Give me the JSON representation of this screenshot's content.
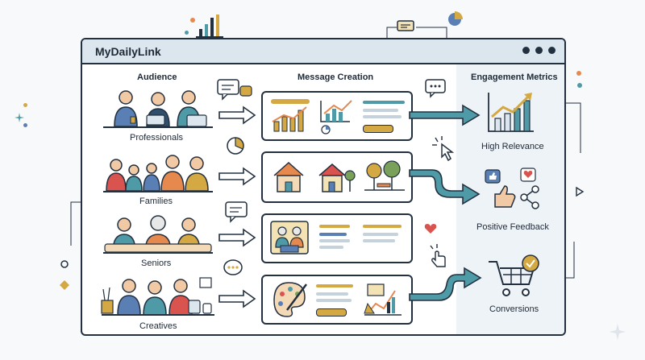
{
  "app": {
    "title": "MyDailyLink"
  },
  "columns": {
    "audience": "Audience",
    "message": "Message Creation",
    "metrics": "Engagement Metrics"
  },
  "audiences": [
    {
      "label": "Professionals"
    },
    {
      "label": "Families"
    },
    {
      "label": "Seniors"
    },
    {
      "label": "Creatives"
    }
  ],
  "metrics": [
    {
      "label": "High Relevance"
    },
    {
      "label": "Positive Feedback"
    },
    {
      "label": "Conversions"
    }
  ],
  "colors": {
    "navy": "#23303f",
    "gold": "#d4a843",
    "teal": "#4e9aa6",
    "orange": "#e5894f",
    "red": "#d9534f",
    "blue": "#5a7fb5",
    "green": "#7aa15a"
  }
}
